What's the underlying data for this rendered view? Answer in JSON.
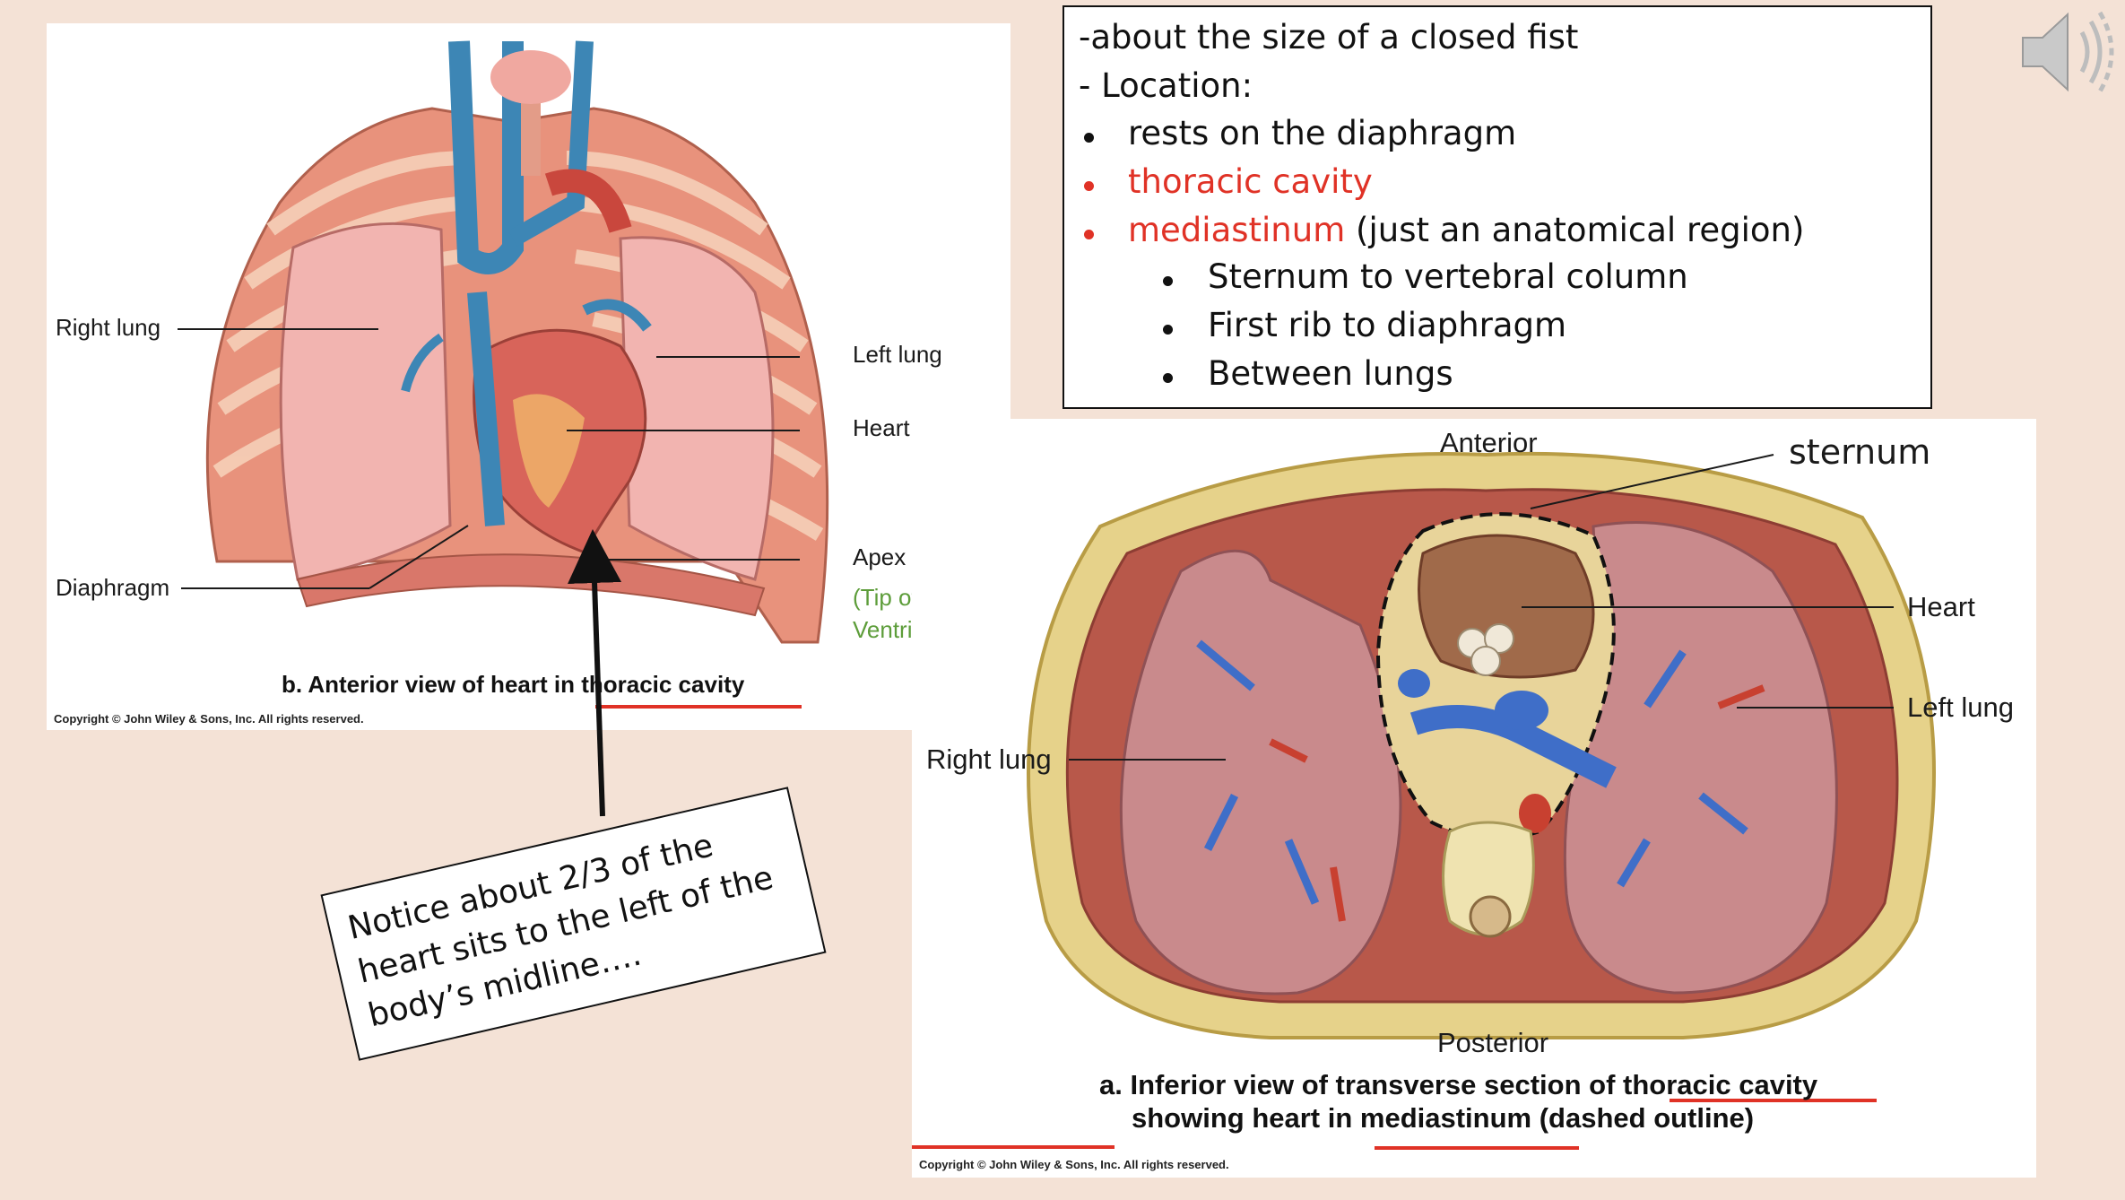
{
  "left_figure": {
    "labels": {
      "right_lung": "Right lung",
      "diaphragm": "Diaphragm",
      "left_lung": "Left lung",
      "heart": "Heart",
      "apex": "Apex of heart",
      "apex_note_1": "(Tip of left",
      "apex_note_2": "Ventricle)"
    },
    "caption": "b. Anterior view of heart in thoracic cavity",
    "copyright": "Copyright © John Wiley & Sons, Inc. All rights reserved."
  },
  "textbox": {
    "line1": "-about the size of a closed fist",
    "line2": "- Location:",
    "bullets": [
      {
        "text": "rests on the diaphragm",
        "color": "#111111"
      },
      {
        "text": "thoracic cavity",
        "color": "#e03226"
      }
    ],
    "mediastinum_red": "mediastinum",
    "mediastinum_rest": " (just an anatomical region)",
    "sub_bullets": [
      "Sternum to vertebral column",
      "First rib to diaphragm",
      "Between lungs"
    ]
  },
  "right_figure": {
    "labels": {
      "anterior": "Anterior",
      "sternum": "sternum",
      "heart": "Heart",
      "left_lung": "Left lung",
      "right_lung": "Right lung",
      "posterior": "Posterior"
    },
    "caption_line1": "a. Inferior view of transverse section of thoracic cavity",
    "caption_line2": "showing heart in mediastinum (dashed outline)",
    "copyright": "Copyright © John Wiley & Sons, Inc. All rights reserved."
  },
  "note": {
    "line1": "Notice about 2/3 of the",
    "line2": "heart sits to the left of the",
    "line3": "body’s midline…."
  },
  "colors": {
    "background": "#f4e2d6",
    "accent_red": "#e03226",
    "accent_green": "#5d9d3a"
  },
  "icons": {
    "speaker": "speaker-icon"
  }
}
